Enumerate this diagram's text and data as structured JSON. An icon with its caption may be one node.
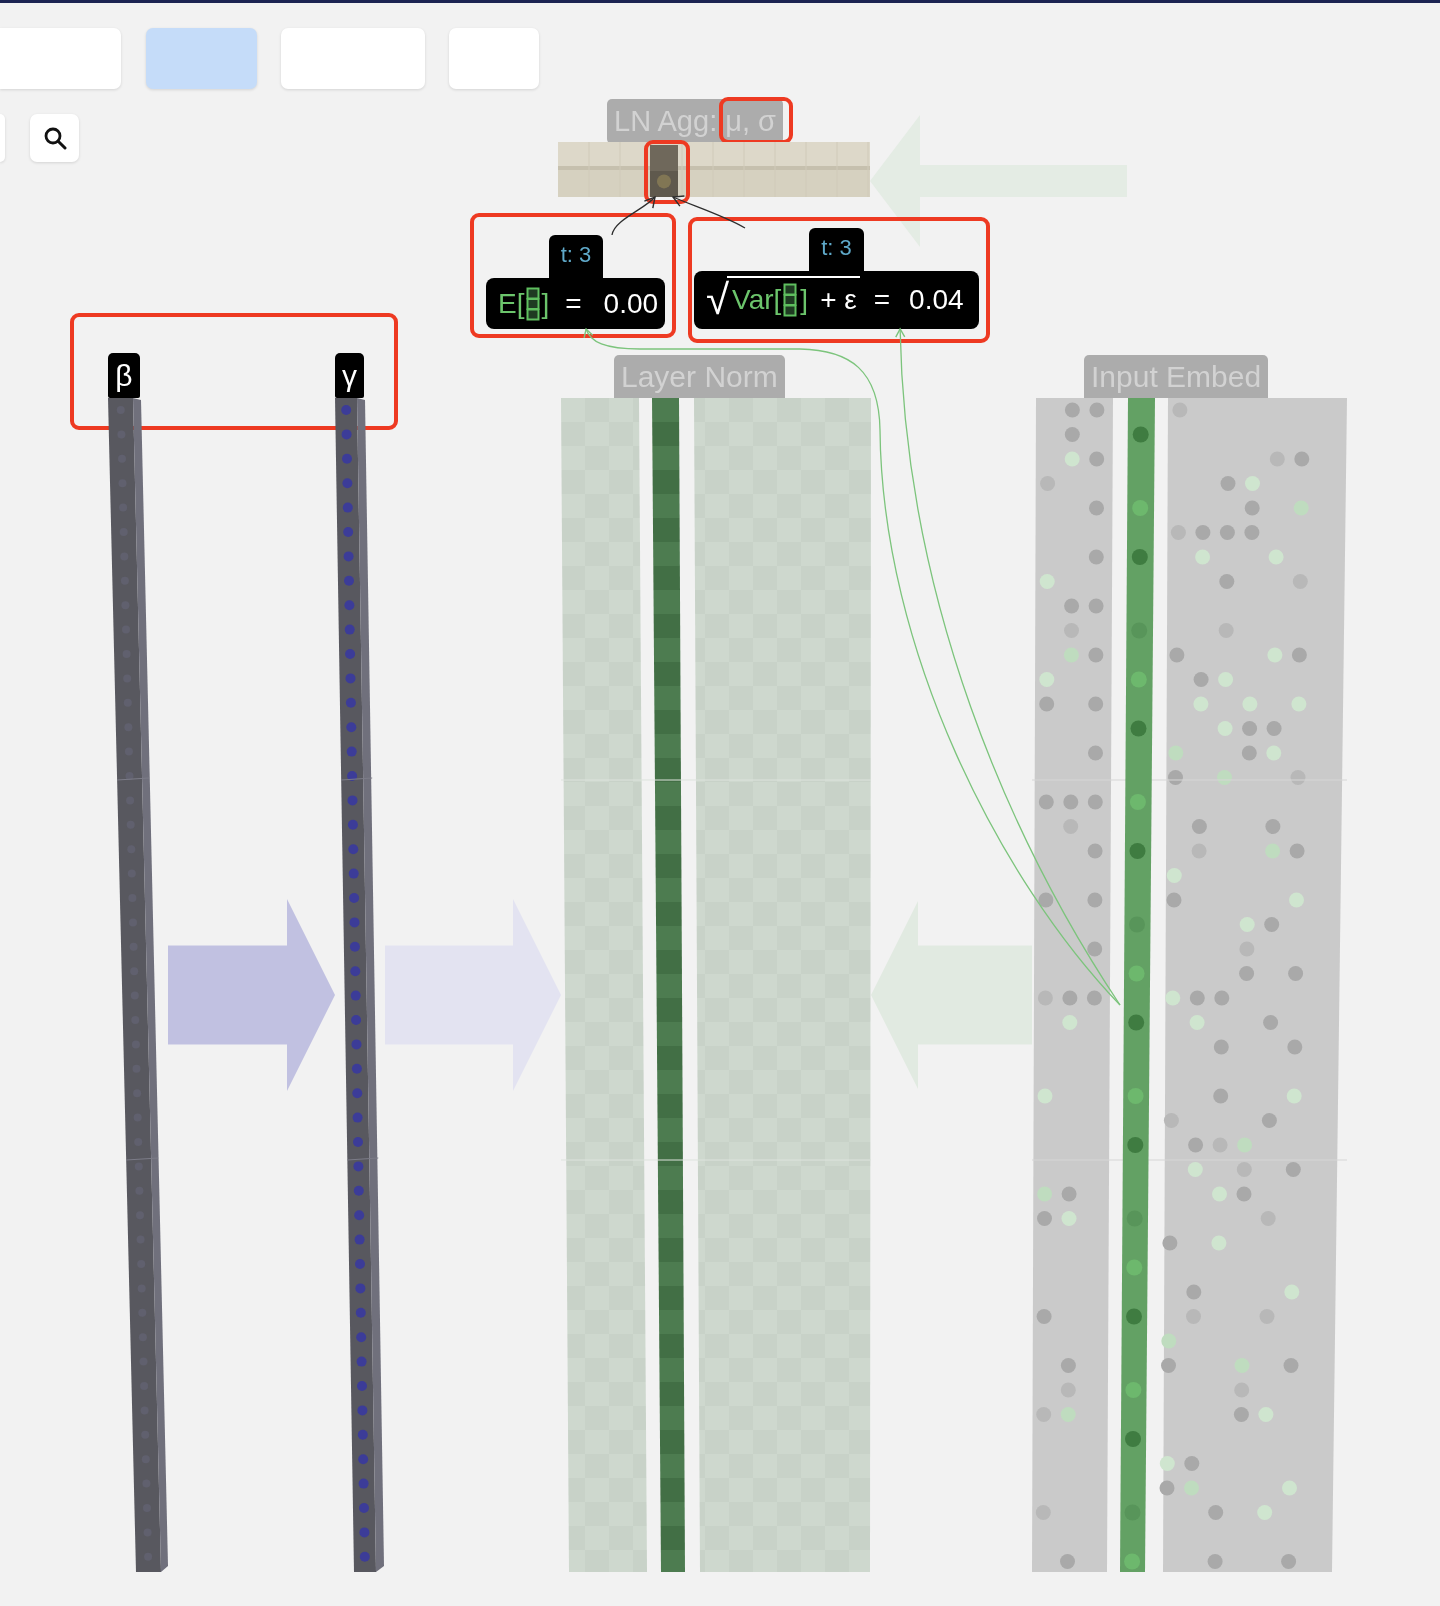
{
  "diagram": {
    "nodes": [
      {
        "text": [],
        "shape": "box"
      },
      {
        "text": [],
        "shape": "box"
      },
      {
        "text": [],
        "shape": "box"
      },
      {
        "text": [],
        "shape": "box"
      },
      {
        "text": [],
        "shape": "box"
      },
      {
        "text": [],
        "shape": "box"
      },
      {
        "text": [
          "LN Agg: μ, σ"
        ]
      },
      {
        "text": [],
        "shape": "box"
      },
      {
        "text": [],
        "shape": "bar"
      },
      {
        "text": [],
        "shape": "box"
      },
      {
        "text": [],
        "shape": "box",
        "in": 9
      },
      {
        "text": [],
        "shape": "box"
      },
      {
        "text": [
          "t: 3",
          "E[",
          "]",
          "=",
          "0.00"
        ],
        "in": 11
      },
      {
        "text": [],
        "shape": "box"
      },
      {
        "text": [
          "t: 3",
          "√",
          "Var[",
          "]",
          "+ ε",
          "=",
          "0.04"
        ],
        "in": 13
      },
      {
        "text": [],
        "shape": "box"
      },
      {
        "text": [
          "β"
        ],
        "in": 15
      },
      {
        "text": [
          "γ"
        ],
        "in": 15
      },
      {
        "text": [
          "Layer Norm"
        ]
      },
      {
        "text": [
          "Input Embed"
        ]
      },
      {
        "text": [],
        "shape": "bar"
      },
      {
        "text": [],
        "shape": "bar"
      },
      {
        "text": [],
        "shape": "box"
      },
      {
        "text": [],
        "shape": "box"
      },
      {
        "text": [],
        "shape": "bar"
      }
    ],
    "edges": [
      {
        "from": 12,
        "to": 10,
        "arrow": "to"
      },
      {
        "from": 14,
        "to": 10,
        "arrow": "to"
      },
      {
        "from": 24,
        "to": 12,
        "arrow": "to",
        "color": "#7cc47c"
      },
      {
        "from": 24,
        "to": 14,
        "arrow": "to",
        "color": "#7cc47c"
      },
      {
        "from": 20,
        "to": 21,
        "arrow": "to",
        "style": "thick",
        "color": "#c1c1e1"
      },
      {
        "from": 21,
        "to": 22,
        "arrow": "to",
        "style": "thick",
        "color": "#e3e3f1"
      },
      {
        "from": 23,
        "to": 22,
        "arrow": "to",
        "style": "thick",
        "color": "#e1eae1"
      },
      {
        "from": null,
        "to": 8,
        "arrow": "to",
        "style": "thick",
        "color": "#e4ece4"
      }
    ]
  }
}
